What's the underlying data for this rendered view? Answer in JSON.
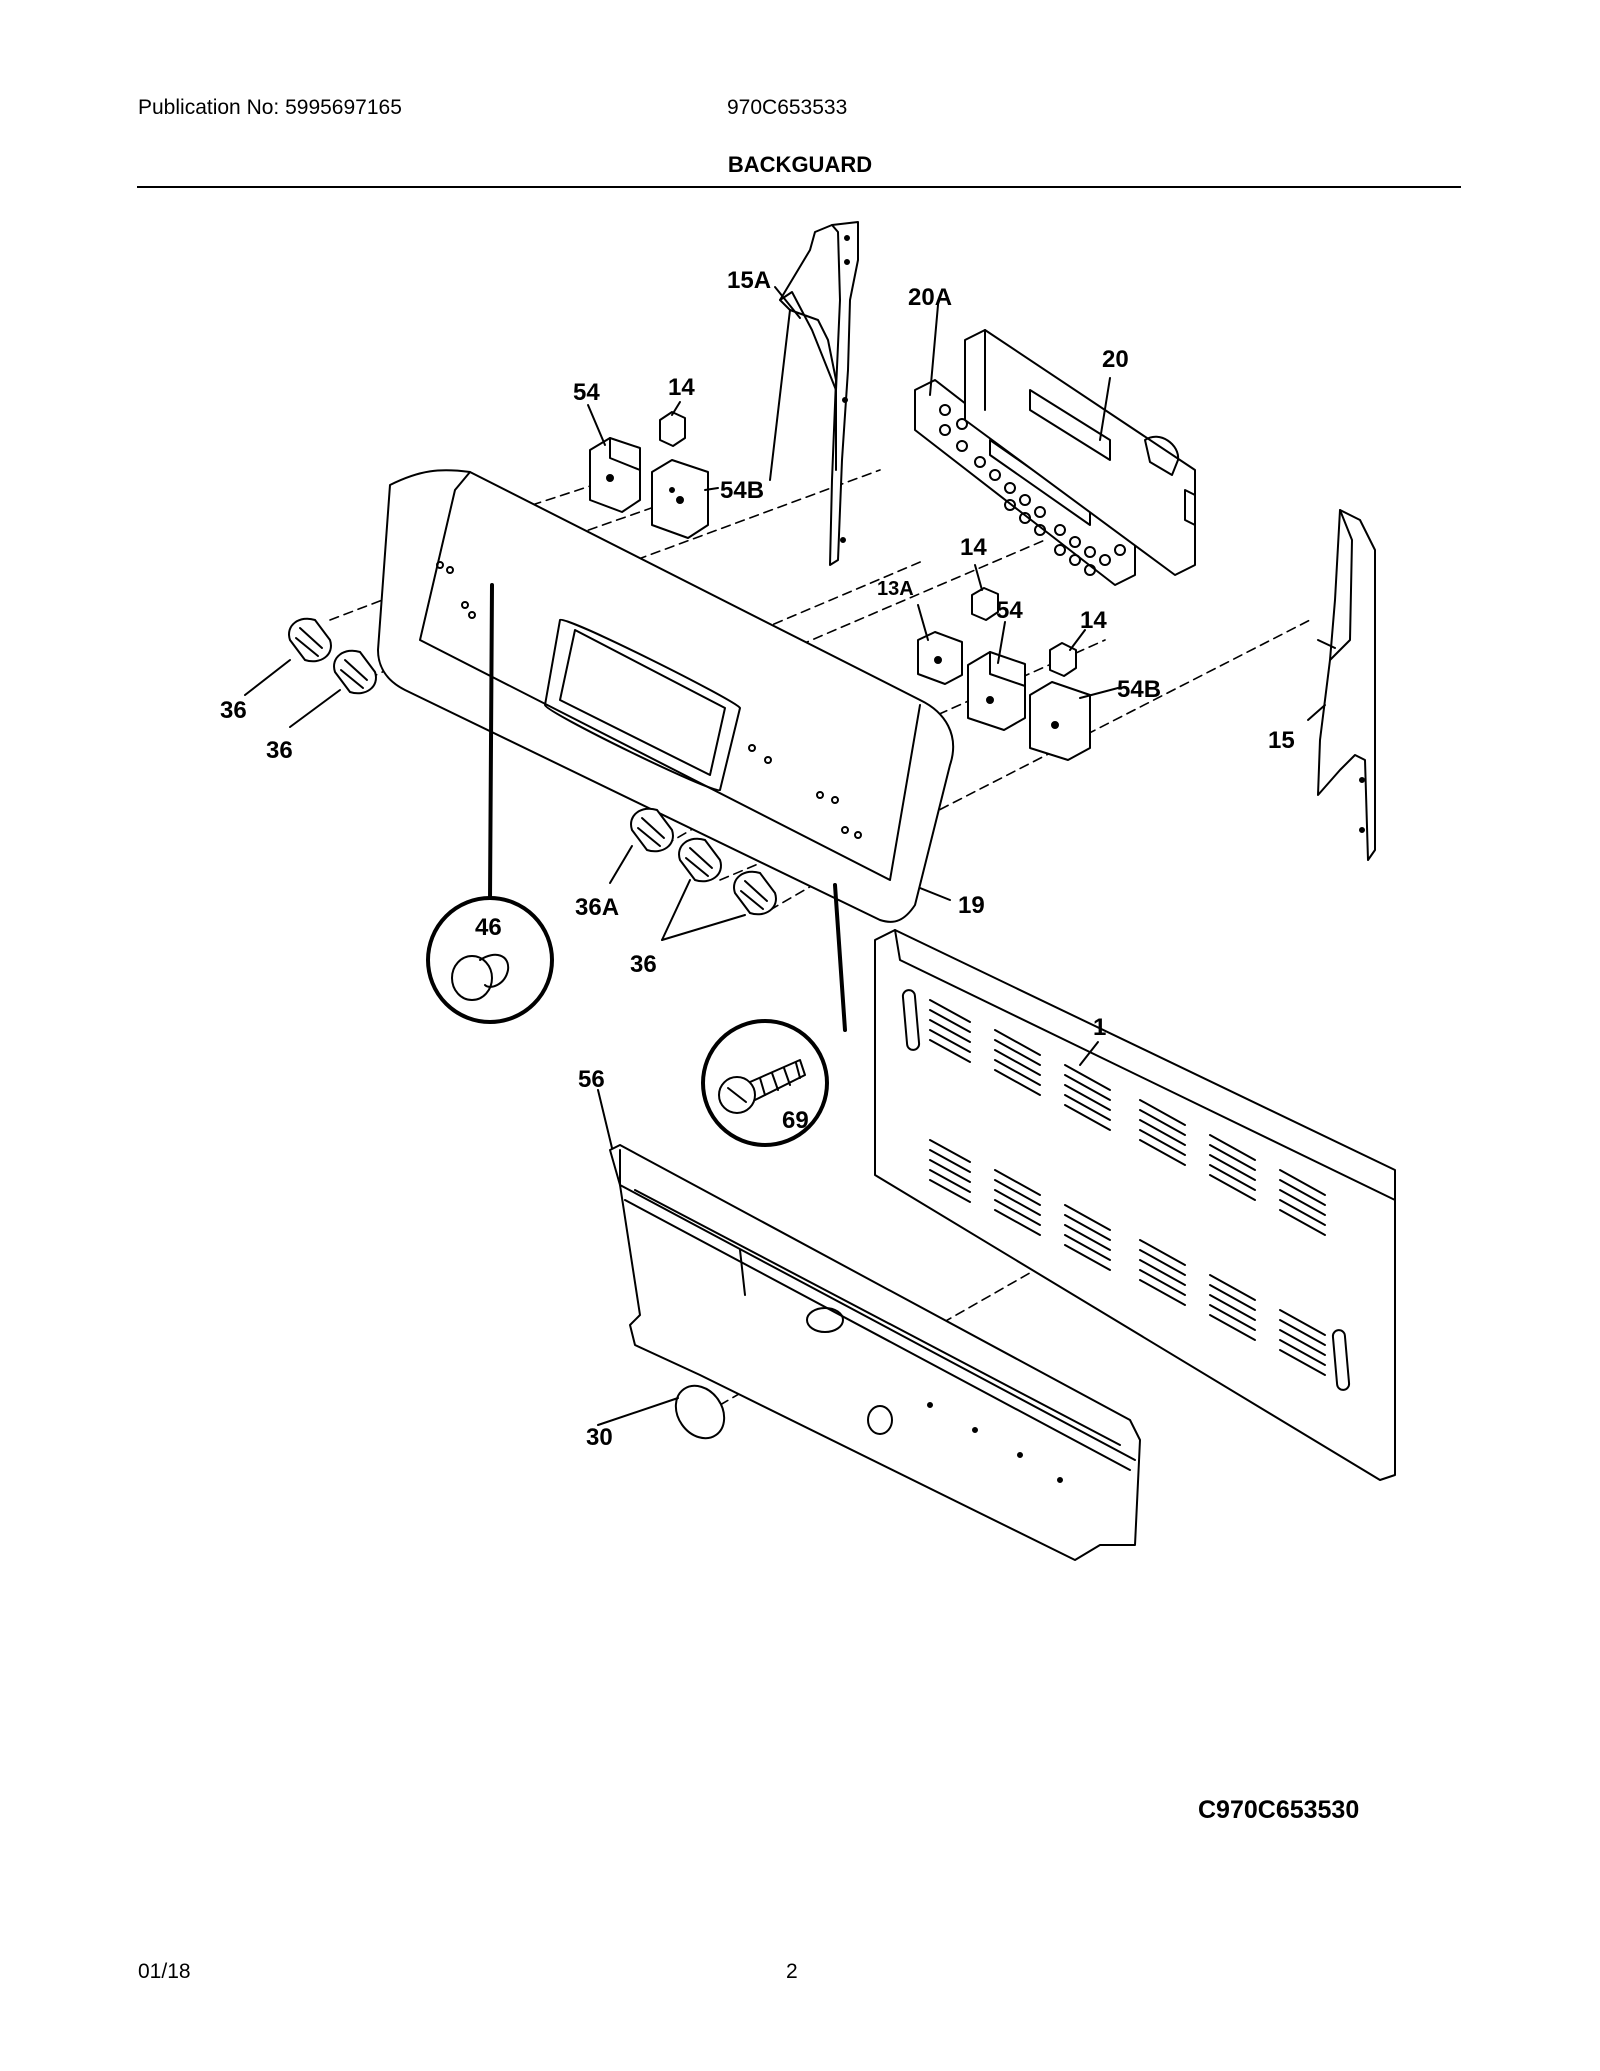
{
  "header": {
    "publication": "Publication No: 5995697165",
    "model": "970C653533",
    "title": "BACKGUARD"
  },
  "diagram": {
    "callouts": [
      "15A",
      "20A",
      "20",
      "54",
      "14",
      "54B",
      "14",
      "13A",
      "54",
      "14",
      "54B",
      "15",
      "36",
      "36",
      "36A",
      "36",
      "19",
      "46",
      "1",
      "69",
      "56",
      "30"
    ],
    "figure_code": "C970C653530"
  },
  "footer": {
    "date": "01/18",
    "page": "2"
  }
}
